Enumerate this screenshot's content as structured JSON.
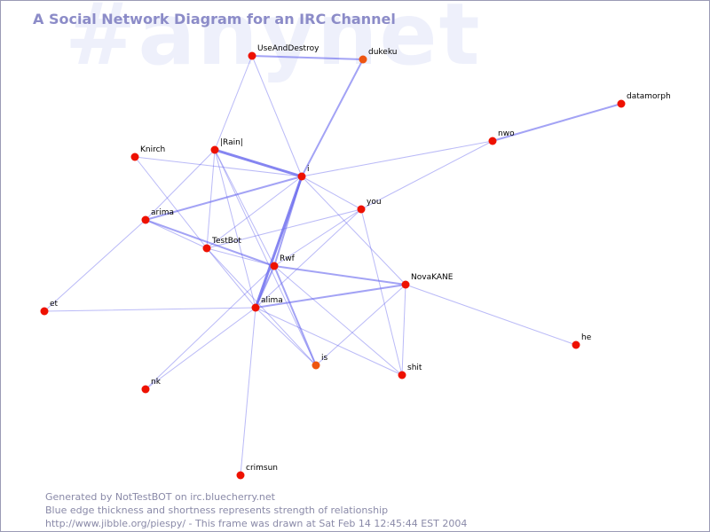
{
  "watermark": "#anynet",
  "title": "A Social Network Diagram for an IRC Channel",
  "footer": {
    "line1": "Generated by NotTestBOT on irc.bluecherry.net",
    "line2": "Blue edge thickness and shortness represents strength of relationship",
    "line3": "http://www.jibble.org/piespy/ - This frame was drawn at Sat Feb 14 12:45:44 EST 2004"
  },
  "colors": {
    "node": "#ee1100",
    "node_highlight": "#ee5511",
    "edge": "#6666ee",
    "title": "#8c8cc8",
    "watermark": "#eef0fb",
    "footer": "#8a8aa8"
  },
  "nodes": [
    {
      "id": "UseAndDestroy"
    },
    {
      "id": "dukeku",
      "highlight": true
    },
    {
      "id": "datamorph"
    },
    {
      "id": "nwo"
    },
    {
      "id": "Knirch"
    },
    {
      "id": "|Rain|"
    },
    {
      "id": "i"
    },
    {
      "id": "you"
    },
    {
      "id": "arima"
    },
    {
      "id": "TestBot"
    },
    {
      "id": "Rwf"
    },
    {
      "id": "NovaKANE"
    },
    {
      "id": "alima"
    },
    {
      "id": "et"
    },
    {
      "id": "he"
    },
    {
      "id": "is",
      "highlight": true
    },
    {
      "id": "shit"
    },
    {
      "id": "nk"
    },
    {
      "id": "crimsun"
    }
  ],
  "edges": [
    {
      "source": "UseAndDestroy",
      "target": "dukeku",
      "strength": 2
    },
    {
      "source": "UseAndDestroy",
      "target": "|Rain|",
      "strength": 1
    },
    {
      "source": "UseAndDestroy",
      "target": "i",
      "strength": 1
    },
    {
      "source": "dukeku",
      "target": "i",
      "strength": 2
    },
    {
      "source": "datamorph",
      "target": "nwo",
      "strength": 2
    },
    {
      "source": "nwo",
      "target": "i",
      "strength": 1
    },
    {
      "source": "nwo",
      "target": "you",
      "strength": 1
    },
    {
      "source": "Knirch",
      "target": "i",
      "strength": 1
    },
    {
      "source": "Knirch",
      "target": "TestBot",
      "strength": 1
    },
    {
      "source": "|Rain|",
      "target": "i",
      "strength": 3
    },
    {
      "source": "|Rain|",
      "target": "arima",
      "strength": 1
    },
    {
      "source": "|Rain|",
      "target": "TestBot",
      "strength": 1
    },
    {
      "source": "|Rain|",
      "target": "alima",
      "strength": 1
    },
    {
      "source": "|Rain|",
      "target": "Rwf",
      "strength": 1
    },
    {
      "source": "|Rain|",
      "target": "is",
      "strength": 1
    },
    {
      "source": "i",
      "target": "arima",
      "strength": 2
    },
    {
      "source": "i",
      "target": "TestBot",
      "strength": 1
    },
    {
      "source": "i",
      "target": "Rwf",
      "strength": 2
    },
    {
      "source": "i",
      "target": "alima",
      "strength": 3
    },
    {
      "source": "i",
      "target": "NovaKANE",
      "strength": 1
    },
    {
      "source": "i",
      "target": "you",
      "strength": 1
    },
    {
      "source": "you",
      "target": "TestBot",
      "strength": 1
    },
    {
      "source": "you",
      "target": "Rwf",
      "strength": 1
    },
    {
      "source": "you",
      "target": "alima",
      "strength": 1
    },
    {
      "source": "you",
      "target": "shit",
      "strength": 1
    },
    {
      "source": "arima",
      "target": "Rwf",
      "strength": 2
    },
    {
      "source": "arima",
      "target": "et",
      "strength": 1
    },
    {
      "source": "arima",
      "target": "TestBot",
      "strength": 1
    },
    {
      "source": "TestBot",
      "target": "Rwf",
      "strength": 1
    },
    {
      "source": "TestBot",
      "target": "alima",
      "strength": 1
    },
    {
      "source": "TestBot",
      "target": "is",
      "strength": 1
    },
    {
      "source": "Rwf",
      "target": "alima",
      "strength": 2
    },
    {
      "source": "Rwf",
      "target": "NovaKANE",
      "strength": 2
    },
    {
      "source": "Rwf",
      "target": "is",
      "strength": 2
    },
    {
      "source": "Rwf",
      "target": "shit",
      "strength": 1
    },
    {
      "source": "NovaKANE",
      "target": "alima",
      "strength": 2
    },
    {
      "source": "NovaKANE",
      "target": "he",
      "strength": 1
    },
    {
      "source": "NovaKANE",
      "target": "shit",
      "strength": 1
    },
    {
      "source": "NovaKANE",
      "target": "is",
      "strength": 1
    },
    {
      "source": "alima",
      "target": "et",
      "strength": 1
    },
    {
      "source": "alima",
      "target": "is",
      "strength": 1
    },
    {
      "source": "alima",
      "target": "shit",
      "strength": 1
    },
    {
      "source": "alima",
      "target": "crimsun",
      "strength": 1
    },
    {
      "source": "alima",
      "target": "nk",
      "strength": 1
    },
    {
      "source": "Rwf",
      "target": "nk",
      "strength": 1
    }
  ]
}
